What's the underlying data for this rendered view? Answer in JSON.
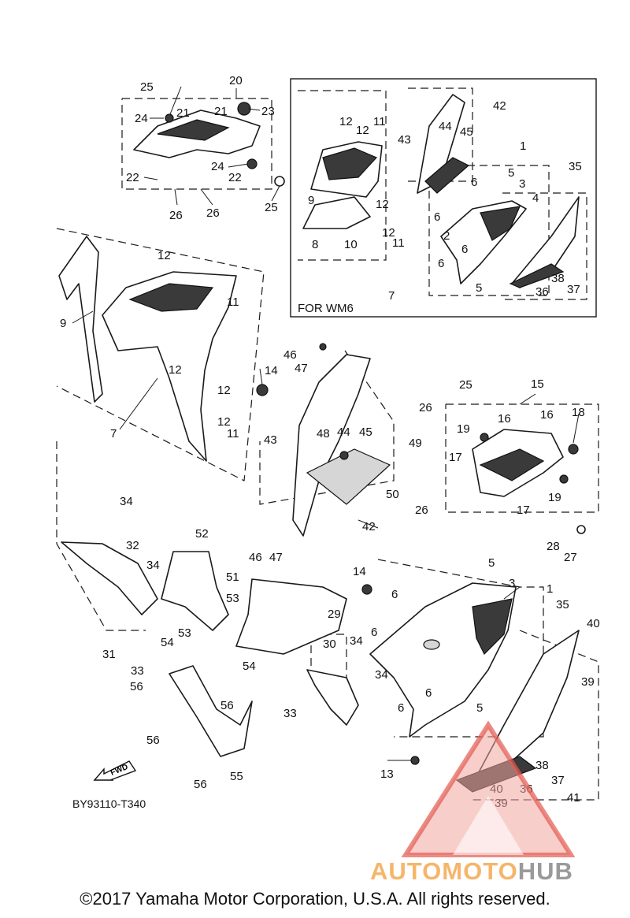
{
  "diagram": {
    "inset_label": "FOR WM6",
    "reference_code": "BY93110-T340",
    "fwd_label": "FWD",
    "copyright": "©2017 Yamaha Motor Corporation, U.S.A. All rights reserved.",
    "watermark": {
      "word1": "AUTO",
      "word2": "MOTO",
      "word3": "HUB"
    },
    "callouts": {
      "n1": "1",
      "n2": "2",
      "n3": "3",
      "n4": "4",
      "n5": "5",
      "n6": "6",
      "n7": "7",
      "n8": "8",
      "n9": "9",
      "n10": "10",
      "n11": "11",
      "n12": "12",
      "n13": "13",
      "n14": "14",
      "n15": "15",
      "n16": "16",
      "n17": "17",
      "n18": "18",
      "n19": "19",
      "n20": "20",
      "n21": "21",
      "n22": "22",
      "n23": "23",
      "n24": "24",
      "n25": "25",
      "n26": "26",
      "n27": "27",
      "n28": "28",
      "n29": "29",
      "n30": "30",
      "n31": "31",
      "n32": "32",
      "n33": "33",
      "n34": "34",
      "n35": "35",
      "n36": "36",
      "n37": "37",
      "n38": "38",
      "n39": "39",
      "n40": "40",
      "n41": "41",
      "n42": "42",
      "n43": "43",
      "n44": "44",
      "n45": "45",
      "n46": "46",
      "n47": "47",
      "n48": "48",
      "n49": "49",
      "n50": "50",
      "n51": "51",
      "n52": "52",
      "n53": "53",
      "n54": "54",
      "n55": "55",
      "n56": "56"
    }
  }
}
